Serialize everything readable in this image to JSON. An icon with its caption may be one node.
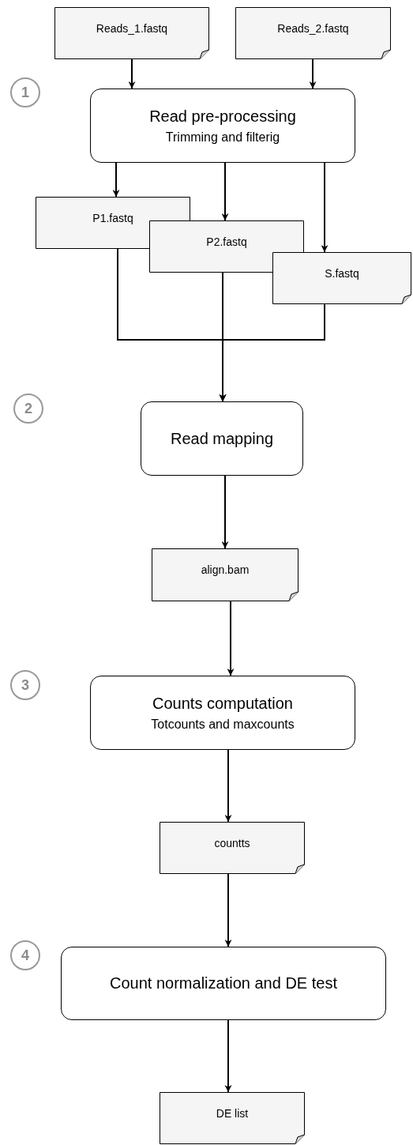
{
  "diagram": {
    "nodes": [
      {
        "text": [
          "Reads_1.fastq"
        ]
      },
      {
        "text": [
          "Reads_2.fastq"
        ]
      },
      {
        "text": [
          "Read pre-processing",
          "Trimming and filterig"
        ]
      },
      {
        "text": [
          "P1.fastq"
        ]
      },
      {
        "text": [
          "P2.fastq"
        ]
      },
      {
        "text": [
          "S.fastq"
        ]
      },
      {
        "text": [
          "Read mapping"
        ]
      },
      {
        "text": [
          "align.bam"
        ]
      },
      {
        "text": [
          "Counts computation",
          "Totcounts and maxcounts"
        ]
      },
      {
        "text": [
          "countts"
        ]
      },
      {
        "text": [
          "Count normalization and DE test"
        ]
      },
      {
        "text": [
          "DE list"
        ]
      },
      {
        "text": [
          "1"
        ]
      },
      {
        "text": [
          "2"
        ]
      },
      {
        "text": [
          "3"
        ]
      },
      {
        "text": [
          "4"
        ]
      }
    ],
    "edges": [
      {
        "from": 0,
        "to": 2,
        "arrow": "to"
      },
      {
        "from": 1,
        "to": 2,
        "arrow": "to"
      },
      {
        "from": 2,
        "to": 3,
        "arrow": "to"
      },
      {
        "from": 2,
        "to": 4,
        "arrow": "to"
      },
      {
        "from": 2,
        "to": 5,
        "arrow": "to"
      },
      {
        "from": 3,
        "to": 6,
        "arrow": "to"
      },
      {
        "from": 4,
        "to": 6,
        "arrow": "to"
      },
      {
        "from": 5,
        "to": 6,
        "arrow": "to"
      },
      {
        "from": 6,
        "to": 7,
        "arrow": "to"
      },
      {
        "from": 7,
        "to": 8,
        "arrow": "to"
      },
      {
        "from": 8,
        "to": 9,
        "arrow": "to"
      },
      {
        "from": 9,
        "to": 10,
        "arrow": "to"
      },
      {
        "from": 10,
        "to": 11,
        "arrow": "to"
      }
    ]
  }
}
